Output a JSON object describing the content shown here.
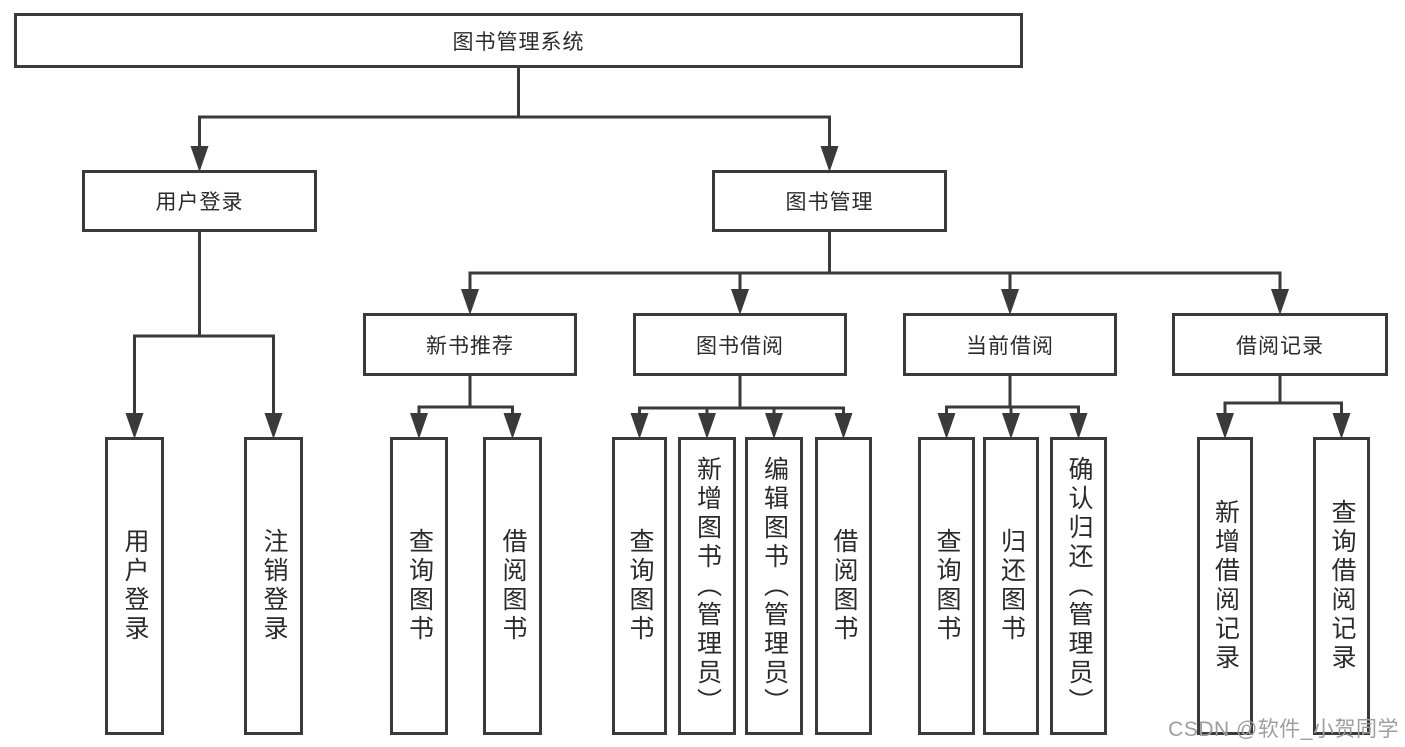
{
  "diagram": {
    "title": "图书管理系统",
    "type": "hierarchy-tree",
    "colors": {
      "line": "#3a3a3a",
      "box_border": "#3a3a3a",
      "box_fill": "#ffffff",
      "text": "#2b2b2b",
      "watermark": "#9e9e9e",
      "background": "#ffffff"
    },
    "nodes": [
      {
        "id": "root",
        "label": "图书管理系统",
        "parent": null,
        "orientation": "horizontal"
      },
      {
        "id": "user-login",
        "label": "用户登录",
        "parent": "root",
        "orientation": "horizontal"
      },
      {
        "id": "book-mgmt",
        "label": "图书管理",
        "parent": "root",
        "orientation": "horizontal"
      },
      {
        "id": "new-book-rec",
        "label": "新书推荐",
        "parent": "book-mgmt",
        "orientation": "horizontal"
      },
      {
        "id": "book-borrow",
        "label": "图书借阅",
        "parent": "book-mgmt",
        "orientation": "horizontal"
      },
      {
        "id": "current-borrow",
        "label": "当前借阅",
        "parent": "book-mgmt",
        "orientation": "horizontal"
      },
      {
        "id": "borrow-record",
        "label": "借阅记录",
        "parent": "book-mgmt",
        "orientation": "horizontal"
      },
      {
        "id": "leaf-user-login",
        "label": "用户登录",
        "parent": "user-login",
        "orientation": "vertical"
      },
      {
        "id": "leaf-logout",
        "label": "注销登录",
        "parent": "user-login",
        "orientation": "vertical"
      },
      {
        "id": "leaf-nbr-query",
        "label": "查询图书",
        "parent": "new-book-rec",
        "orientation": "vertical"
      },
      {
        "id": "leaf-nbr-borrow",
        "label": "借阅图书",
        "parent": "new-book-rec",
        "orientation": "vertical"
      },
      {
        "id": "leaf-bb-query",
        "label": "查询图书",
        "parent": "book-borrow",
        "orientation": "vertical"
      },
      {
        "id": "leaf-bb-add",
        "label": "新增图书（管理员）",
        "parent": "book-borrow",
        "orientation": "vertical"
      },
      {
        "id": "leaf-bb-edit",
        "label": "编辑图书（管理员）",
        "parent": "book-borrow",
        "orientation": "vertical"
      },
      {
        "id": "leaf-bb-borrow",
        "label": "借阅图书",
        "parent": "book-borrow",
        "orientation": "vertical"
      },
      {
        "id": "leaf-cb-query",
        "label": "查询图书",
        "parent": "current-borrow",
        "orientation": "vertical"
      },
      {
        "id": "leaf-cb-return",
        "label": "归还图书",
        "parent": "current-borrow",
        "orientation": "vertical"
      },
      {
        "id": "leaf-cb-confirm",
        "label": "确认归还（管理员）",
        "parent": "current-borrow",
        "orientation": "vertical"
      },
      {
        "id": "leaf-br-add",
        "label": "新增借阅记录",
        "parent": "borrow-record",
        "orientation": "vertical"
      },
      {
        "id": "leaf-br-query",
        "label": "查询借阅记录",
        "parent": "borrow-record",
        "orientation": "vertical"
      }
    ]
  },
  "watermark": {
    "text": "CSDN @软件_小贺同学"
  }
}
